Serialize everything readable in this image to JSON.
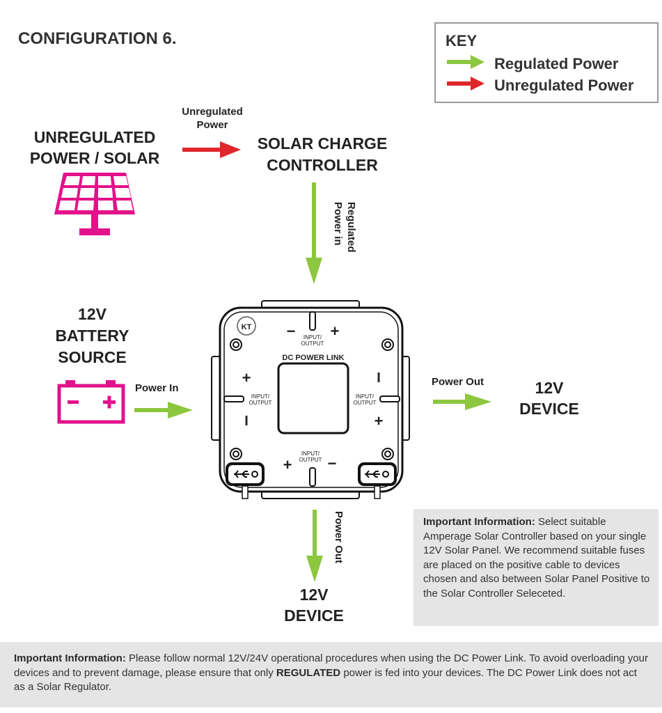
{
  "title": "CONFIGURATION 6.",
  "key": {
    "title": "KEY",
    "items": [
      {
        "label": "Regulated Power",
        "color": "#8dc63f"
      },
      {
        "label": "Unregulated Power",
        "color": "#e0262b"
      }
    ]
  },
  "colors": {
    "regulated": "#8dc63f",
    "unregulated": "#e0262b",
    "source_icon": "#e2128a"
  },
  "solar": {
    "label_line1": "UNREGULATED",
    "label_line2": "POWER / SOLAR",
    "icon": "solar-panel-icon"
  },
  "controller": {
    "label_line1": "SOLAR CHARGE",
    "label_line2": "CONTROLLER"
  },
  "arrow_labels": {
    "solar_to_controller_line1": "Unregulated",
    "solar_to_controller_line2": "Power",
    "controller_to_link_line1": "Regulated",
    "controller_to_link_line2": "Power in",
    "battery_to_link": "Power In",
    "link_to_right_device": "Power Out",
    "link_to_bottom_device": "Power Out"
  },
  "battery": {
    "label_line1": "12V",
    "label_line2": "BATTERY",
    "label_line3": "SOURCE",
    "icon": "battery-icon"
  },
  "device_right": {
    "line1": "12V",
    "line2": "DEVICE"
  },
  "device_bottom": {
    "line1": "12V",
    "line2": "DEVICE"
  },
  "power_link": {
    "name": "DC POWER LINK",
    "port_label_line1": "INPUT/",
    "port_label_line2": "OUTPUT",
    "plus": "+",
    "minus": "−",
    "minus_vertical": "I"
  },
  "info_right": {
    "bold": "Important Information:",
    "text": " Select suitable Amperage Solar Controller based on your single 12V Solar Panel. We recommend suitable fuses are placed on the positive cable to devices chosen and also between Solar Panel Positive to the Solar Controller Seleceted."
  },
  "info_bottom": {
    "bold": "Important Information:",
    "text1": " Please follow normal 12V/24V operational procedures when using the DC Power Link. To avoid overloading your devices and to prevent damage, please ensure that only ",
    "bold2": "REGULATED",
    "text2": " power is fed into your devices. The DC Power Link does not act as a Solar Regulator."
  }
}
